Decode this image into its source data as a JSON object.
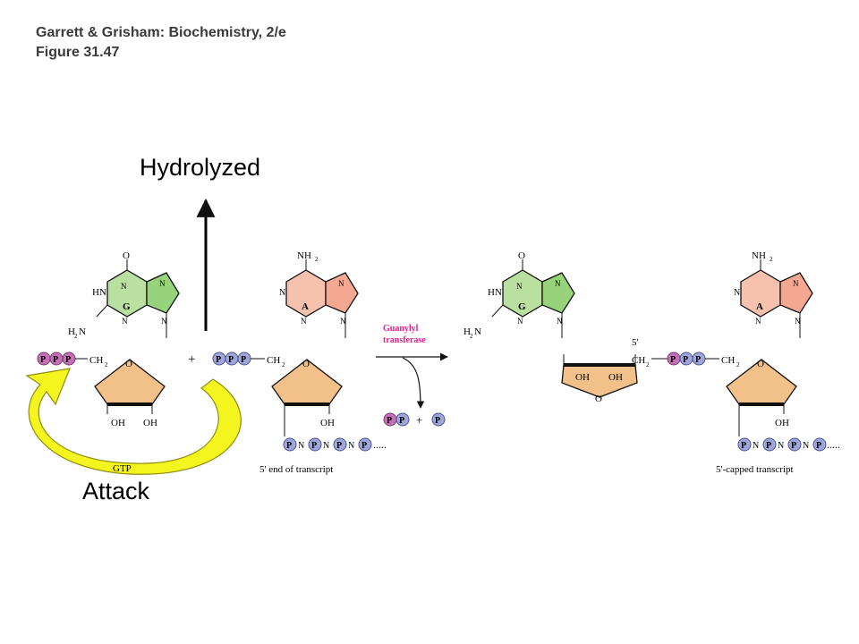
{
  "caption": {
    "line1": "Garrett & Grisham: Biochemistry, 2/e",
    "line2": "Figure 31.47"
  },
  "annotations": {
    "hydrolyzed": "Hydrolyzed",
    "attack": "Attack"
  },
  "labels": {
    "gtp": "GTP",
    "end_of_transcript": "5' end of transcript",
    "capped_transcript": "5'-capped transcript",
    "enzyme_line1": "Guanylyl",
    "enzyme_line2": "transferase",
    "plus": "+",
    "five_prime": "5'"
  },
  "atoms": {
    "O": "O",
    "N": "N",
    "HN": "HN",
    "NH2": "NH",
    "H2N": "H",
    "sub2": "2",
    "OH": "OH",
    "CH2": "CH",
    "dots": "....."
  },
  "bases": {
    "guanine": "G",
    "adenine": "A"
  },
  "phosphate": {
    "P": "P",
    "chain_link": "N"
  },
  "colors": {
    "guanine_fill": "#b9e0a0",
    "adenine_fill": "#f7c2ad",
    "sugar_fill": "#f2c089",
    "phosphate_purple": "#c770b8",
    "phosphate_blue": "#9fa6d9",
    "enzyme_text": "#e0208c",
    "attack_arrow_fill": "#f4f41e",
    "attack_arrow_stroke": "#8d8d10"
  }
}
